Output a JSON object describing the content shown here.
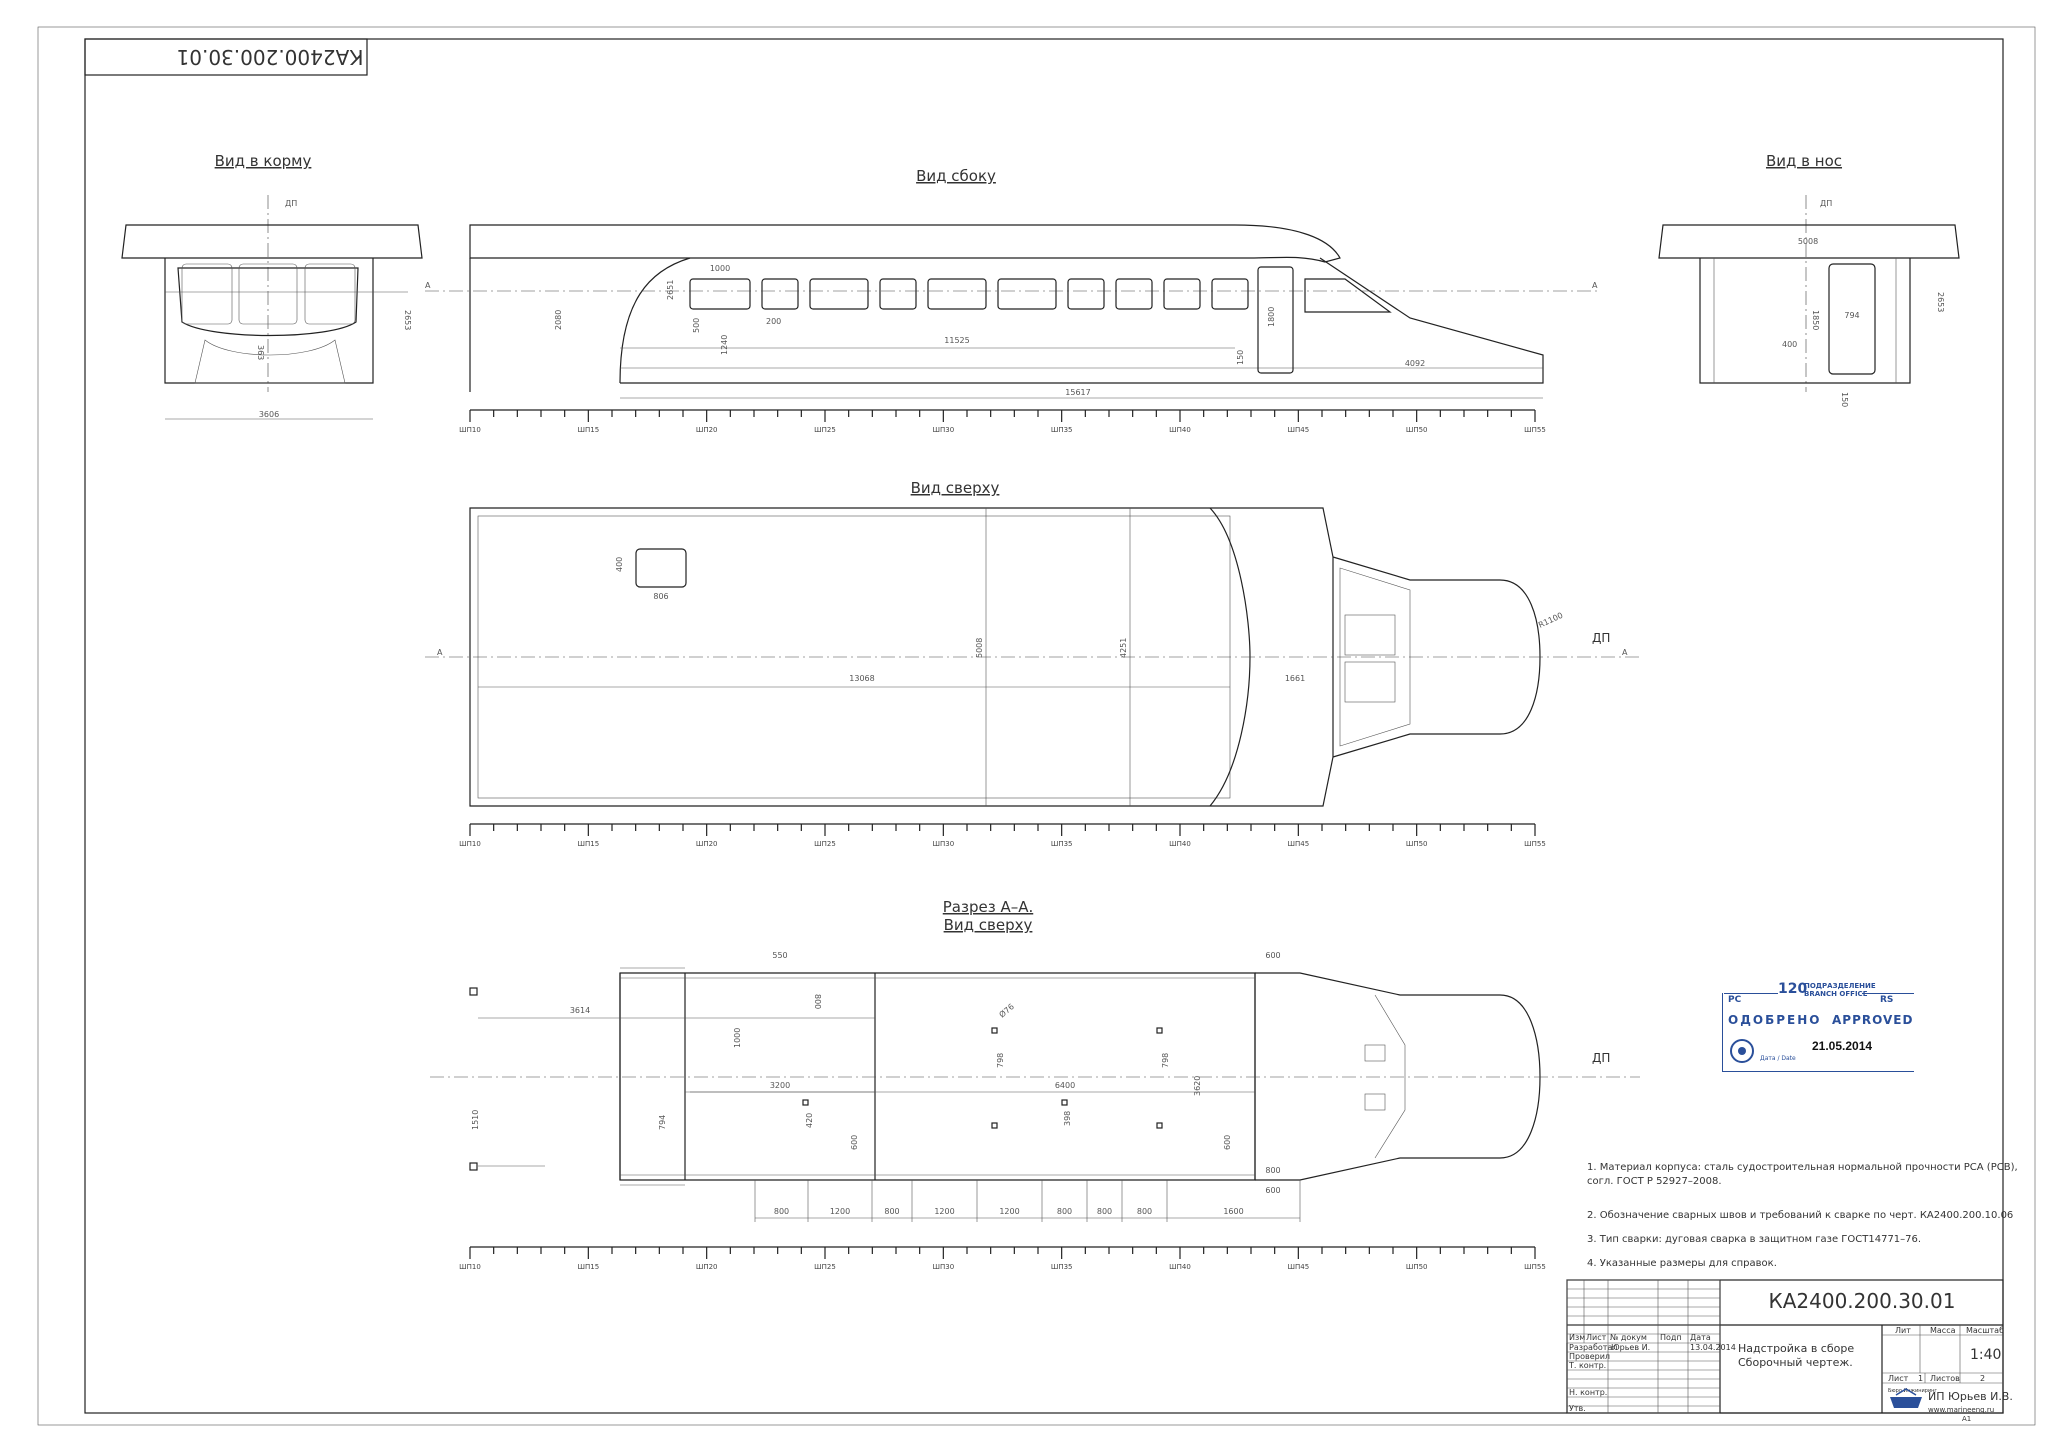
{
  "drawing_number": "КА2400.200.30.01",
  "drawing_number_mirrored": "КА2400.200.30.01",
  "axis_label": "ДП",
  "views": {
    "stern": "Вид в корму",
    "side": "Вид сбоку",
    "bow": "Вид в нос",
    "top": "Вид сверху",
    "section_line1": "Разрез А–А.",
    "section_line2": "Вид сверху"
  },
  "section_mark": "А",
  "dims": {
    "stern_width": "3606",
    "stern_height": "2653",
    "stern_cabin": "363",
    "side_window_w": "1000",
    "side_h2651": "2651",
    "side_h2080": "2080",
    "side_500": "500",
    "side_200": "200",
    "side_1240": "1240",
    "side_11525": "11525",
    "side_1800": "1800",
    "side_150": "150",
    "side_4092": "4092",
    "side_15617": "15617",
    "bow_5008": "5008",
    "bow_794": "794",
    "bow_1850": "1850",
    "bow_400": "400",
    "bow_150": "150",
    "bow_2653": "2653",
    "top_hatch_h": "400",
    "top_hatch_w": "806",
    "top_13068": "13068",
    "top_5008": "5008",
    "top_4251": "4251",
    "top_1661": "1661",
    "top_r1100": "R1100",
    "sec_550": "550",
    "sec_800": "800",
    "sec_3614": "3614",
    "sec_1000": "1000",
    "sec_1510": "1510",
    "sec_794": "794",
    "sec_3200": "3200",
    "sec_420": "420",
    "sec_600": "600",
    "sec_d76": "Ø76",
    "sec_798a": "798",
    "sec_6400": "6400",
    "sec_398": "398",
    "sec_798b": "798",
    "sec_3620": "3620",
    "sec_600b": "600",
    "sec_600c": "600",
    "sec_800b": "800",
    "sec_600d": "600",
    "bottom": [
      "800",
      "1200",
      "800",
      "1200",
      "1200",
      "800",
      "800",
      "800",
      "1600"
    ]
  },
  "scale_labels": [
    "ШП10",
    "ШП15",
    "ШП20",
    "ШП25",
    "ШП30",
    "ШП35",
    "ШП40",
    "ШП45",
    "ШП50",
    "ШП55"
  ],
  "notes": [
    "1. Материал корпуса: сталь судостроительная нормальной прочности РСА (PCB), согл. ГОСТ Р 52927–2008.",
    "2. Обозначение сварных швов и требований к сварке по черт. КА2400.200.10.06",
    "3. Тип сварки: дуговая сварка в защитном газе ГОСТ14771–76.",
    "4. Указанные размеры для справок."
  ],
  "stamp": {
    "rs_left": "РС",
    "code": "120",
    "dept_ru": "ПОДРАЗДЕЛЕНИЕ",
    "dept_en": "BRANCH OFFICE",
    "rs_right": "RS",
    "approved_ru": "ОДОБРЕНО",
    "approved_en": "APPROVED",
    "date": "21.05.2014",
    "date_label": "Дата / Date"
  },
  "title_block": {
    "number": "КА2400.200.30.01",
    "title_line1": "Надстройка в сборе",
    "title_line2": "Сборочный чертеж.",
    "col_headers": [
      "Изм",
      "Лист",
      "№ докум",
      "Подп",
      "Дата"
    ],
    "rows": [
      "Разработал",
      "Проверил",
      "Т. контр.",
      "Н. контр.",
      "Утв."
    ],
    "developer": "Юрьев И.",
    "dev_date": "13.04.2014",
    "lit": "Лит",
    "mass": "Масса",
    "scale_h": "Масштаб",
    "scale_val": "1:40",
    "sheet": "Лист",
    "sheet_val": "1",
    "sheets": "Листов",
    "sheets_val": "2",
    "company": "ИП Юрьев И.В.",
    "site": "www.marineeng.ru",
    "format": "А1",
    "logo_text": "Бюро Инжиниринг"
  }
}
